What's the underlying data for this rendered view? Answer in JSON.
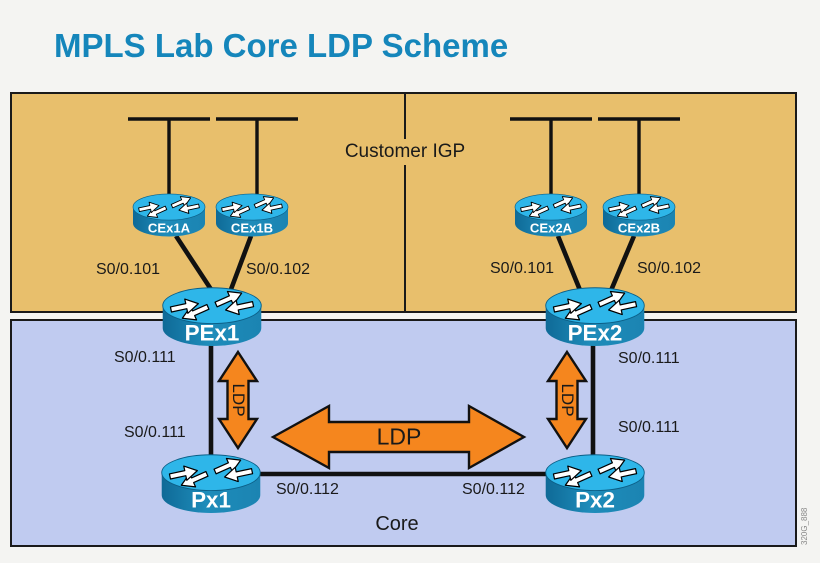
{
  "title": "MPLS Lab Core LDP Scheme",
  "figure_id": "320G_888",
  "regions": {
    "customer_igp_label": "Customer IGP",
    "core_label": "Core"
  },
  "routers": {
    "cex1a": "CEx1A",
    "cex1b": "CEx1B",
    "cex2a": "CEx2A",
    "cex2b": "CEx2B",
    "pex1": "PEx1",
    "pex2": "PEx2",
    "px1": "Px1",
    "px2": "Px2"
  },
  "interface_labels": {
    "pex1_to_cex1a": "S0/0.101",
    "pex1_to_cex1b": "S0/0.102",
    "pex2_to_cex2a": "S0/0.101",
    "pex2_to_cex2b": "S0/0.102",
    "pex1_down": "S0/0.111",
    "px1_up": "S0/0.111",
    "pex2_down": "S0/0.111",
    "px2_up": "S0/0.111",
    "px1_right": "S0/0.112",
    "px2_left": "S0/0.112"
  },
  "ldp_arrows": {
    "pex1_px1": "LDP",
    "px1_px2": "LDP",
    "pex2_px2": "LDP"
  },
  "colors": {
    "title_text": "#1586bb",
    "customer_igp_bg": "#e8bf6c",
    "core_bg": "#c0cbf0",
    "ldp_arrow_fill": "#f5861e",
    "router_top": "#2eb6e9",
    "router_body": "#1b80ae",
    "line": "#111111"
  }
}
